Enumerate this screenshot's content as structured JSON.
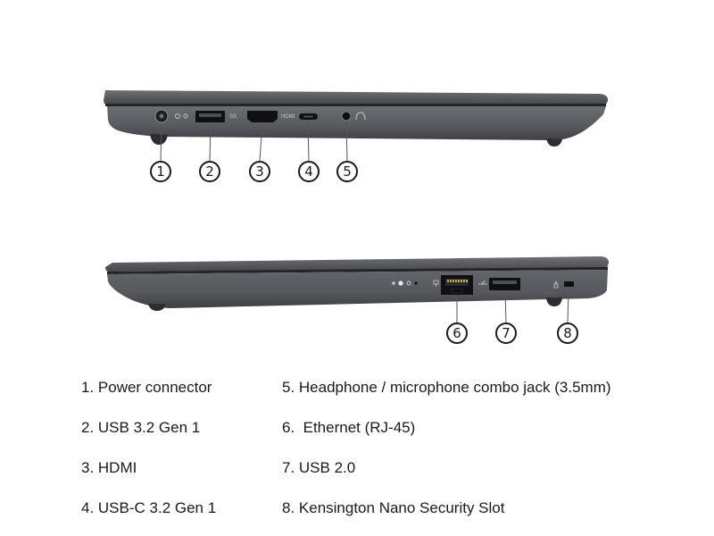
{
  "markers": {
    "left": [
      "1",
      "2",
      "3",
      "4",
      "5"
    ],
    "right": [
      "6",
      "7",
      "8"
    ]
  },
  "port_labels": {
    "usb3": "SS",
    "hdmi": "HDMI"
  },
  "legend": {
    "left_column": [
      "1. Power connector",
      "2. USB 3.2 Gen 1",
      "3. HDMI",
      "4. USB-C 3.2 Gen 1"
    ],
    "right_column": [
      "5. Headphone / microphone combo jack (3.5mm)",
      "6.  Ethernet (RJ-45)",
      "7. USB 2.0",
      "8. Kensington Nano Security Slot"
    ]
  },
  "colors": {
    "chassis": "#585b5f",
    "chassis_dark": "#2f3134",
    "port": "#0f1012",
    "marker_border": "#1a1a1a"
  }
}
